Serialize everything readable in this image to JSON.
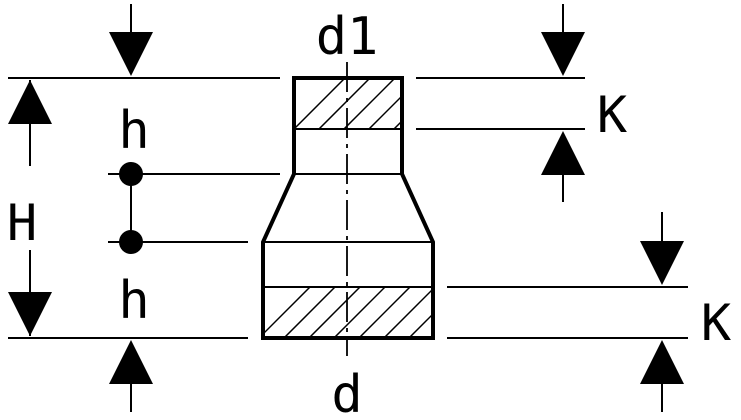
{
  "labels": {
    "top_diameter": "d1",
    "bottom_diameter": "d",
    "total_height": "H",
    "height_upper": "h",
    "height_lower": "h",
    "depth_upper": "K",
    "depth_lower": "K"
  },
  "colors": {
    "line": "#000000",
    "background": "#ffffff"
  }
}
